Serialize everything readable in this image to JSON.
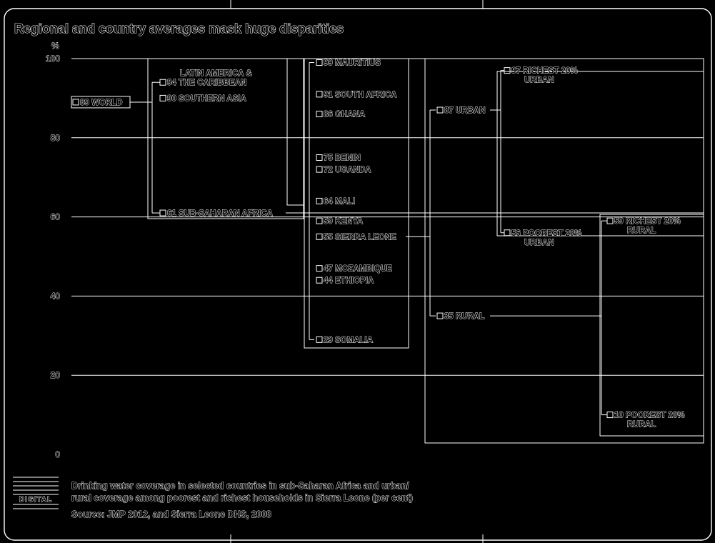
{
  "chart_data": {
    "type": "dot-plot",
    "title": "Regional and country averages mask huge disparities",
    "ylabel": "%",
    "ylim": [
      0,
      100
    ],
    "yticks": [
      0,
      20,
      40,
      60,
      80,
      100
    ],
    "grid": true,
    "columns": [
      {
        "group": "world",
        "items": [
          {
            "value": 89,
            "label": [
              "WORLD"
            ]
          }
        ]
      },
      {
        "group": "regions",
        "items": [
          {
            "value": 94,
            "label": [
              "LATIN AMERICA &",
              "THE CARIBBEAN"
            ]
          },
          {
            "value": 90,
            "label": [
              "SOUTHERN ASIA"
            ]
          },
          {
            "value": 61,
            "label": [
              "SUB-SAHARAN AFRICA"
            ]
          }
        ]
      },
      {
        "group": "countries",
        "items": [
          {
            "value": 99,
            "label": [
              "MAURITIUS"
            ]
          },
          {
            "value": 91,
            "label": [
              "SOUTH AFRICA"
            ]
          },
          {
            "value": 86,
            "label": [
              "GHANA"
            ]
          },
          {
            "value": 75,
            "label": [
              "BENIN"
            ]
          },
          {
            "value": 72,
            "label": [
              "UGANDA"
            ]
          },
          {
            "value": 64,
            "label": [
              "MALI"
            ]
          },
          {
            "value": 59,
            "label": [
              "KENYA"
            ]
          },
          {
            "value": 55,
            "label": [
              "SIERRA LEONE"
            ]
          },
          {
            "value": 47,
            "label": [
              "MOZAMBIQUE"
            ]
          },
          {
            "value": 44,
            "label": [
              "ETHIOPIA"
            ]
          },
          {
            "value": 29,
            "label": [
              "SOMALIA"
            ]
          }
        ]
      },
      {
        "group": "sierra-leone-area",
        "items": [
          {
            "value": 87,
            "label": [
              "URBAN"
            ]
          },
          {
            "value": 35,
            "label": [
              "RURAL"
            ]
          }
        ]
      },
      {
        "group": "sierra-leone-urban",
        "items": [
          {
            "value": 97,
            "label": [
              "RICHEST 20%",
              "URBAN"
            ]
          },
          {
            "value": 56,
            "label": [
              "POOREST 20%",
              "URBAN"
            ]
          }
        ]
      },
      {
        "group": "sierra-leone-rural",
        "items": [
          {
            "value": 59,
            "label": [
              "RICHEST 20%",
              "RURAL"
            ]
          },
          {
            "value": 10,
            "label": [
              "POOREST 20%",
              "RURAL"
            ]
          }
        ]
      }
    ],
    "caption": [
      "Drinking water coverage in selected countries in sub-Saharan Africa and urban/",
      "rural coverage among poorest and richest households in Sierra Leone (per cent)"
    ],
    "source": "Source: JMP 2012, and Sierra Leone DHS, 2008",
    "logo_text": "DIGITAL"
  }
}
